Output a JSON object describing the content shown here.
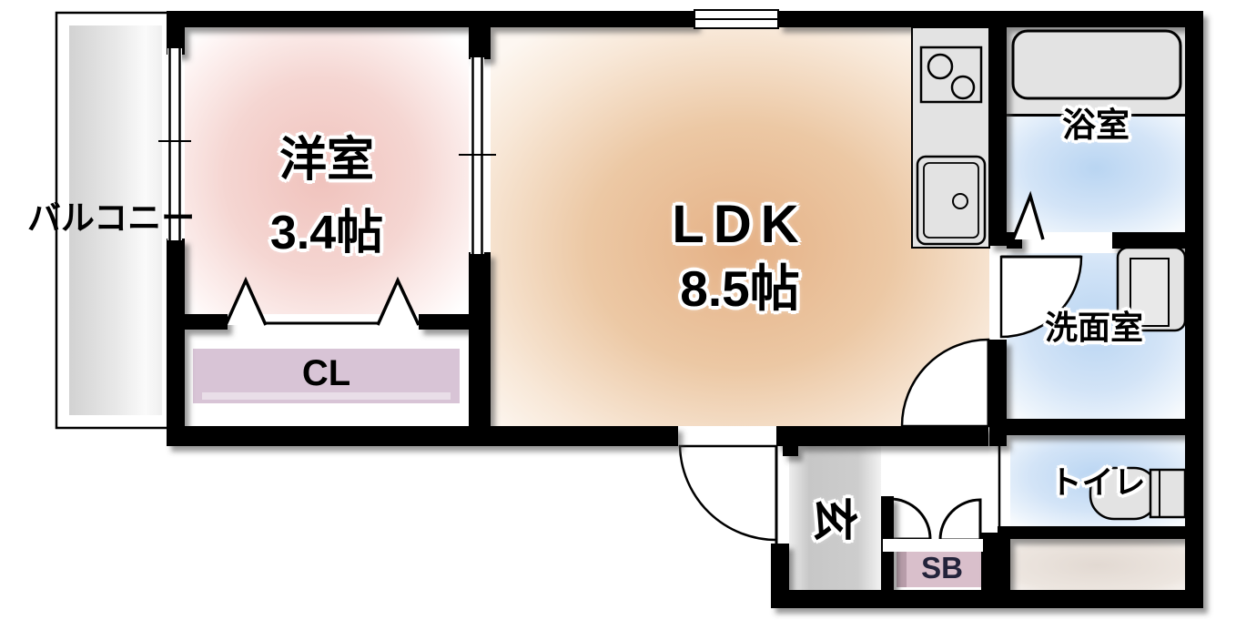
{
  "floorplan": {
    "labels": {
      "balcony": "バルコニー",
      "western_room_name": "洋室",
      "western_room_size": "3.4帖",
      "ldk_name": "LDK",
      "ldk_size": "8.5帖",
      "closet": "CL",
      "bath": "浴室",
      "washroom": "洗面室",
      "toilet": "トイレ",
      "entrance": "玄",
      "shoe_box": "SB"
    },
    "rooms": [
      {
        "name": "洋室",
        "size": "3.4帖",
        "color": "#f0c2bc"
      },
      {
        "name": "LDK",
        "size": "8.5帖",
        "color": "#e5b186"
      },
      {
        "name": "バルコニー",
        "size": "",
        "color": "#e0e0e0"
      },
      {
        "name": "CL",
        "size": "",
        "color": "#d8c4d6"
      },
      {
        "name": "浴室",
        "size": "",
        "color": "#b9d5f2"
      },
      {
        "name": "洗面室",
        "size": "",
        "color": "#b9d5f2"
      },
      {
        "name": "トイレ",
        "size": "",
        "color": "#b9d5f2"
      },
      {
        "name": "玄",
        "size": "",
        "color": "#c8c8c8"
      },
      {
        "name": "SB",
        "size": "",
        "color": "#d9bfcb"
      }
    ],
    "colors": {
      "wall": "#000000",
      "fixture_gray": "#e3e3e3",
      "service_room_beige": "#e2d9d2",
      "background": "#ffffff"
    }
  }
}
